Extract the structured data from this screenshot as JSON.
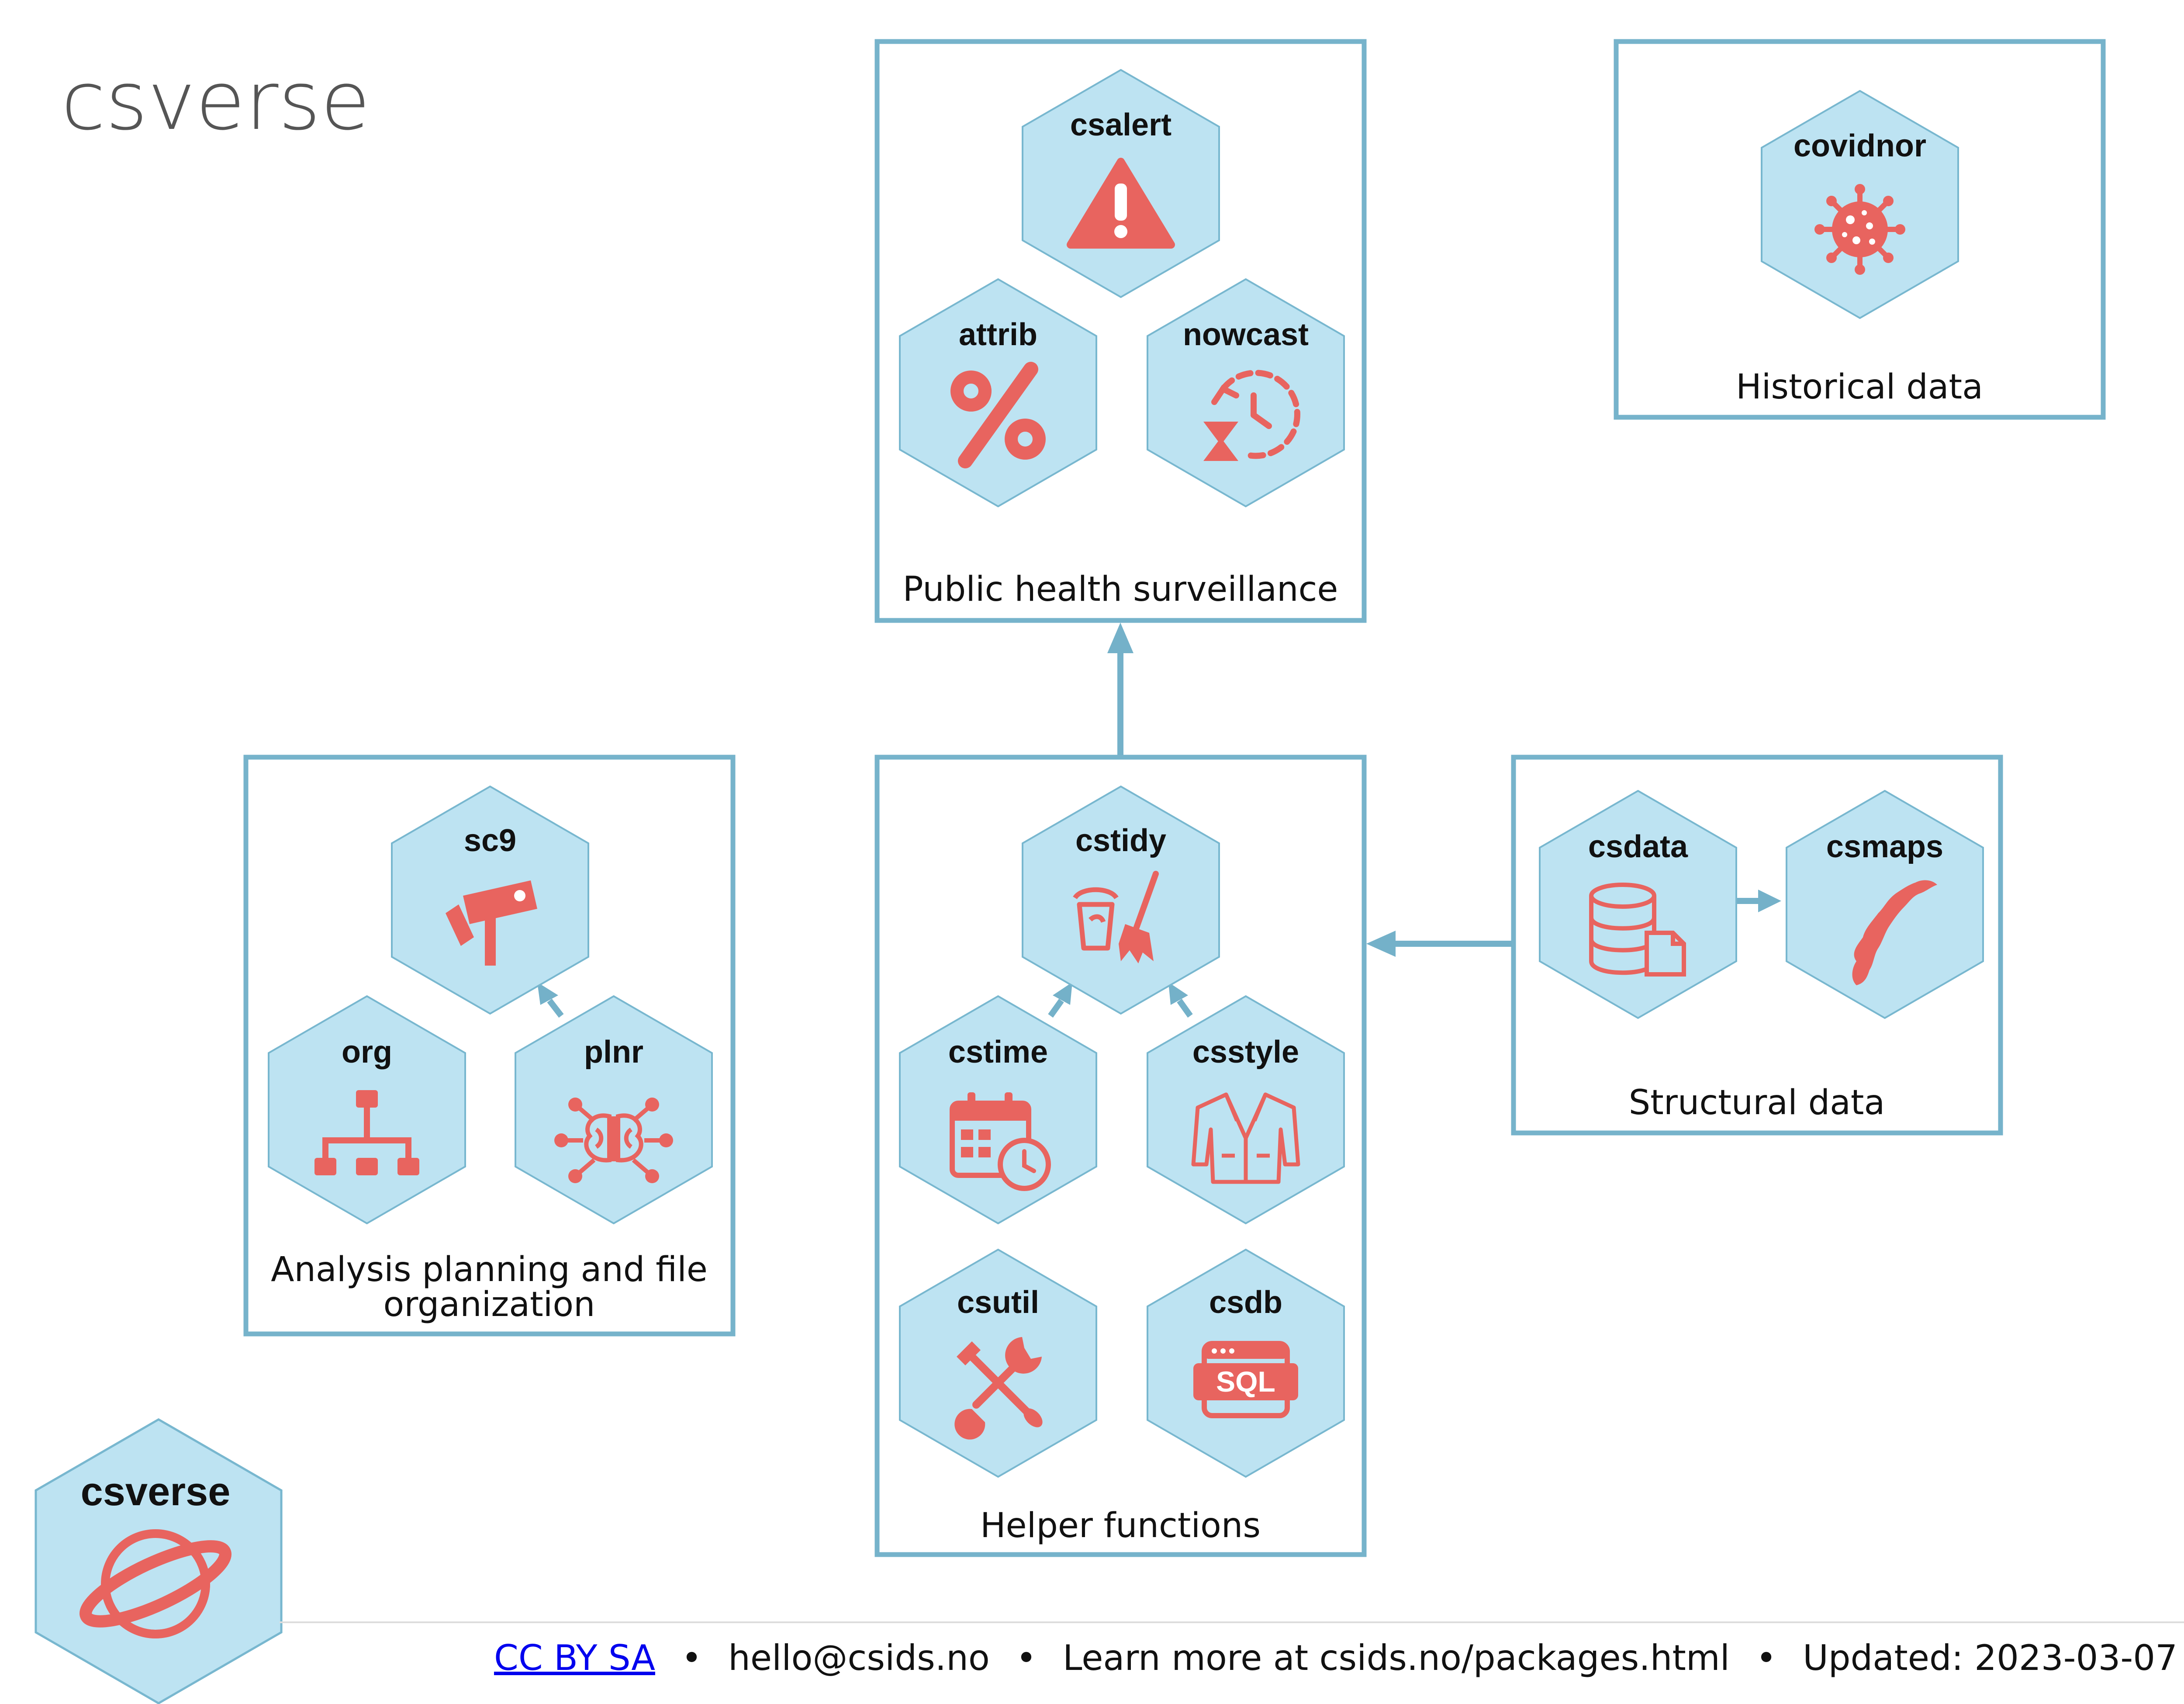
{
  "title": "csverse",
  "colors": {
    "hex_fill": "#bde3f2",
    "hex_stroke": "#78b7cf",
    "box_stroke": "#76b3cb",
    "icon": "#e8645f",
    "arrow": "#74b1c9",
    "link": "#0000ee"
  },
  "groups": {
    "surveillance": {
      "label": "Public health surveillance"
    },
    "historical": {
      "label": "Historical data"
    },
    "analysis": {
      "label_line1": "Analysis planning and file",
      "label_line2": "organization"
    },
    "helper": {
      "label": "Helper functions"
    },
    "structural": {
      "label": "Structural data"
    }
  },
  "packages": {
    "csalert": {
      "label": "csalert",
      "icon": "warning-icon"
    },
    "attrib": {
      "label": "attrib",
      "icon": "percent-icon"
    },
    "nowcast": {
      "label": "nowcast",
      "icon": "history-clock-icon"
    },
    "covidnor": {
      "label": "covidnor",
      "icon": "virus-icon"
    },
    "sc9": {
      "label": "sc9",
      "icon": "camera-icon"
    },
    "org": {
      "label": "org",
      "icon": "org-chart-icon"
    },
    "plnr": {
      "label": "plnr",
      "icon": "brain-network-icon"
    },
    "cstidy": {
      "label": "cstidy",
      "icon": "broom-bucket-icon"
    },
    "cstime": {
      "label": "cstime",
      "icon": "calendar-clock-icon"
    },
    "csstyle": {
      "label": "csstyle",
      "icon": "jacket-icon"
    },
    "csutil": {
      "label": "csutil",
      "icon": "tools-icon"
    },
    "csdb": {
      "label": "csdb",
      "icon": "sql-icon"
    },
    "csdata": {
      "label": "csdata",
      "icon": "database-file-icon"
    },
    "csmaps": {
      "label": "csmaps",
      "icon": "norway-map-icon"
    },
    "csverse": {
      "label": "csverse",
      "icon": "planet-icon"
    }
  },
  "footer": {
    "license": "CC BY SA",
    "sep": "•",
    "email": "hello@csids.no",
    "learn_more": "Learn more at csids.no/packages.html",
    "updated": "Updated: 2023-03-07"
  }
}
